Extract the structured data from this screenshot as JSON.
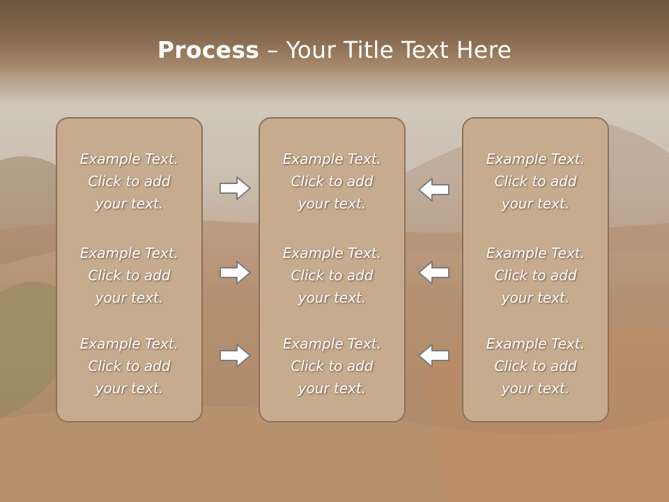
{
  "slide": {
    "title_bold": "Process",
    "title_rest": " – Your Title Text Here"
  },
  "columns": [
    {
      "items": [
        "Example Text.\nClick  to add\nyour text.",
        "Example Text.\nClick  to add\nyour text.",
        "Example Text.\nClick  to add\nyour text."
      ]
    },
    {
      "items": [
        "Example Text.\nClick  to add\nyour text.",
        "Example Text.\nClick  to add\nyour text.",
        "Example Text.\nClick  to add\nyour text."
      ]
    },
    {
      "items": [
        "Example Text.\nClick  to add\nyour text.",
        "Example Text.\nClick  to add\nyour text.",
        "Example Text.\nClick  to add\nyour text."
      ]
    }
  ],
  "arrows": {
    "left_group": "arrow-right-icon",
    "right_group": "arrow-left-icon"
  },
  "colors": {
    "panel_fill": "#c7ab8f",
    "panel_border": "#8c7158",
    "title_band": "#7a5f46"
  }
}
